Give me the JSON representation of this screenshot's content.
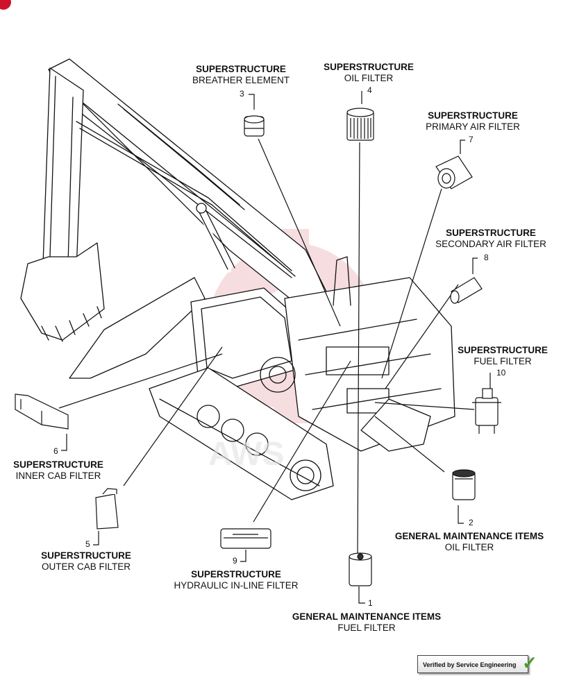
{
  "callouts": [
    {
      "id": "c3",
      "num": "3",
      "title": "SUPERSTRUCTURE",
      "sub": "BREATHER ELEMENT"
    },
    {
      "id": "c4",
      "num": "4",
      "title": "SUPERSTRUCTURE",
      "sub": "OIL FILTER"
    },
    {
      "id": "c7",
      "num": "7",
      "title": "SUPERSTRUCTURE",
      "sub": "PRIMARY AIR FILTER"
    },
    {
      "id": "c8",
      "num": "8",
      "title": "SUPERSTRUCTURE",
      "sub": "SECONDARY AIR FILTER"
    },
    {
      "id": "c10",
      "num": "10",
      "title": "SUPERSTRUCTURE",
      "sub": "FUEL FILTER"
    },
    {
      "id": "c6",
      "num": "6",
      "title": "SUPERSTRUCTURE",
      "sub": "INNER CAB FILTER"
    },
    {
      "id": "c5",
      "num": "5",
      "title": "SUPERSTRUCTURE",
      "sub": "OUTER CAB FILTER"
    },
    {
      "id": "c9",
      "num": "9",
      "title": "SUPERSTRUCTURE",
      "sub": "HYDRAULIC IN-LINE FILTER"
    },
    {
      "id": "c2",
      "num": "2",
      "title": "GENERAL MAINTENANCE ITEMS",
      "sub": "OIL FILTER"
    },
    {
      "id": "c1",
      "num": "1",
      "title": "GENERAL MAINTENANCE ITEMS",
      "sub": "FUEL FILTER"
    }
  ],
  "badge": {
    "text": "Verified by Service Engineering"
  },
  "colors": {
    "line": "#111111",
    "watermark": "#e8a0a8",
    "brand": "#d0112b",
    "check": "#4a9a2a"
  }
}
